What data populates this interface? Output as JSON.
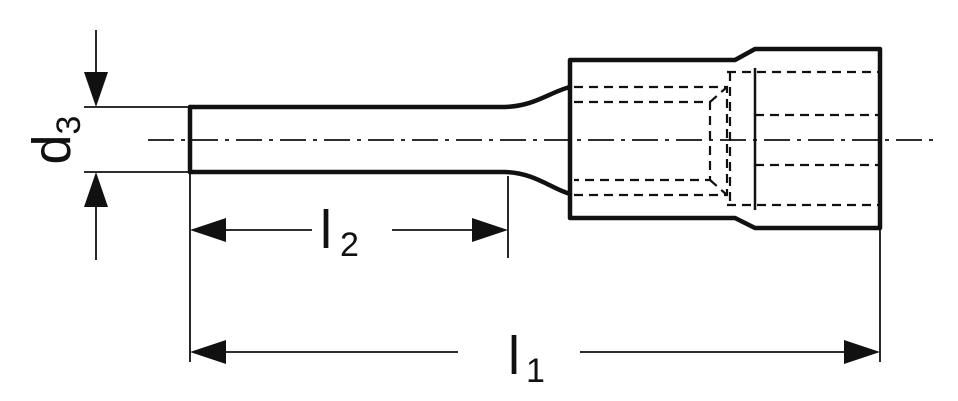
{
  "labels": {
    "d3": {
      "main": "d",
      "sub": "3"
    },
    "l2": {
      "main": "l",
      "sub": "2"
    },
    "l1": {
      "main": "l",
      "sub": "1"
    }
  },
  "colors": {
    "ink": "#111111",
    "background": "#ffffff"
  }
}
